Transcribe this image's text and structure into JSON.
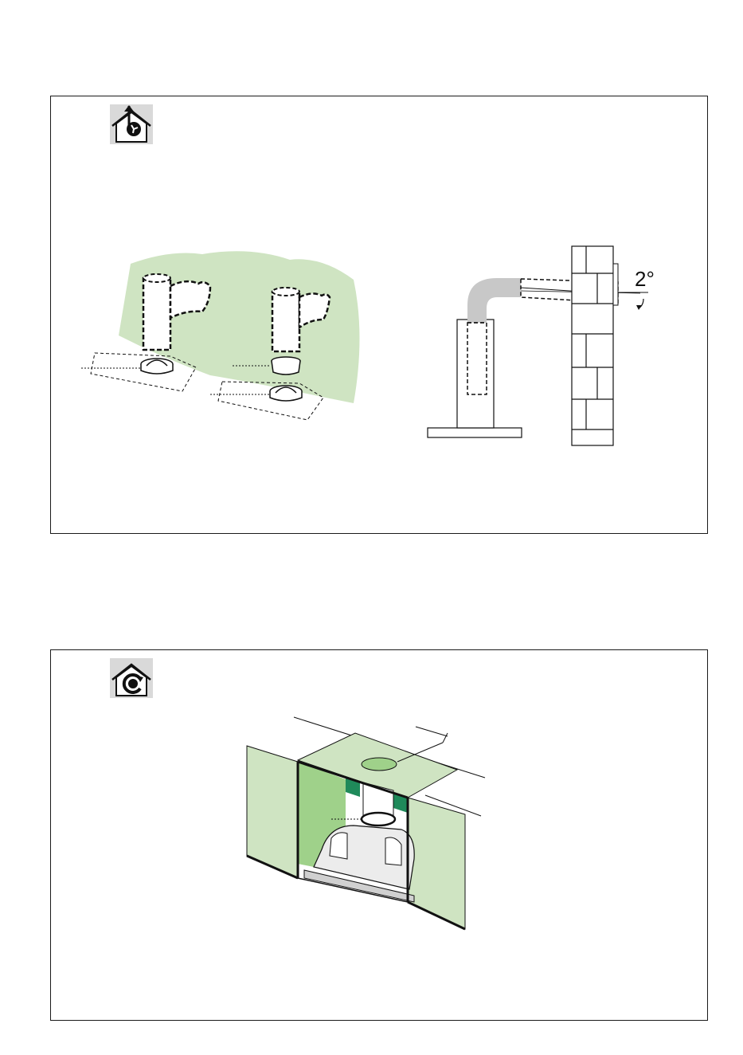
{
  "sections": [
    {
      "id": "ducted",
      "mode_icon": "house-ducted-exhaust-icon",
      "labels": {
        "angle": "2°"
      }
    },
    {
      "id": "recirculation",
      "mode_icon": "house-recirculation-icon"
    }
  ],
  "colors": {
    "wall_green": "#cfe4c2",
    "side_green": "#9fd18a",
    "filter_green": "#1f8a5a",
    "duct_grey": "#c8c8c8",
    "line": "#1a1a1a"
  }
}
